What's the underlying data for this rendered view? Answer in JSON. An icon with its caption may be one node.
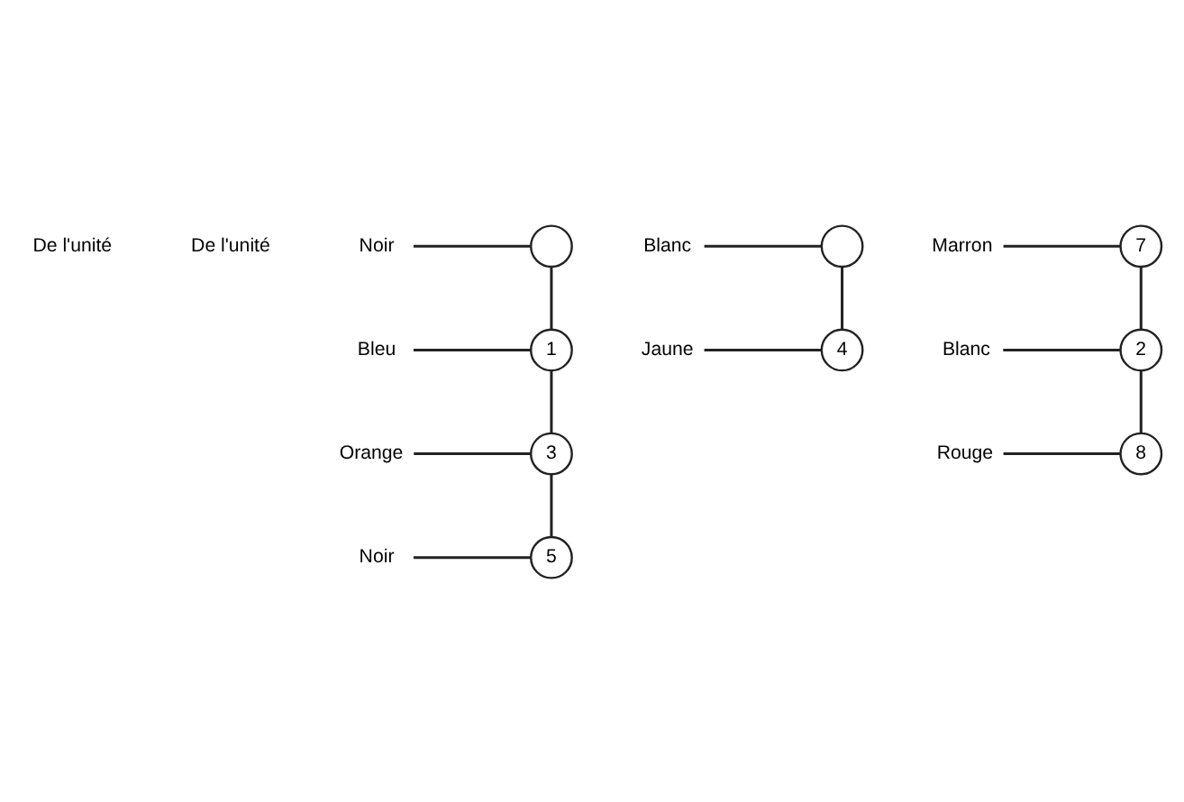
{
  "diagram": {
    "nodes": [
      {
        "text": [
          "Noir"
        ]
      },
      {
        "text": [],
        "shape": "circle"
      },
      {
        "text": [
          "Bleu"
        ]
      },
      {
        "text": [
          "1"
        ]
      },
      {
        "text": [
          "Orange"
        ]
      },
      {
        "text": [
          "3"
        ]
      },
      {
        "text": [
          "Noir"
        ]
      },
      {
        "text": [
          "5"
        ]
      },
      {
        "text": [
          "Blanc"
        ]
      },
      {
        "text": [],
        "shape": "circle"
      },
      {
        "text": [
          "Jaune"
        ]
      },
      {
        "text": [
          "4"
        ]
      },
      {
        "text": [
          "Marron"
        ]
      },
      {
        "text": [
          "7"
        ]
      },
      {
        "text": [
          "Blanc"
        ]
      },
      {
        "text": [
          "2"
        ]
      },
      {
        "text": [
          "Rouge"
        ]
      },
      {
        "text": [
          "8"
        ]
      }
    ],
    "edges": [
      {
        "from": 0,
        "to": 1,
        "arrow": "none"
      },
      {
        "from": 2,
        "to": 3,
        "arrow": "none"
      },
      {
        "from": 4,
        "to": 5,
        "arrow": "none"
      },
      {
        "from": 6,
        "to": 7,
        "arrow": "none"
      },
      {
        "from": 1,
        "to": 3,
        "arrow": "none"
      },
      {
        "from": 3,
        "to": 5,
        "arrow": "none"
      },
      {
        "from": 5,
        "to": 7,
        "arrow": "none"
      },
      {
        "from": 8,
        "to": 9,
        "arrow": "none"
      },
      {
        "from": 10,
        "to": 11,
        "arrow": "none"
      },
      {
        "from": 9,
        "to": 11,
        "arrow": "none"
      },
      {
        "from": 12,
        "to": 13,
        "arrow": "none"
      },
      {
        "from": 14,
        "to": 15,
        "arrow": "none"
      },
      {
        "from": 16,
        "to": 17,
        "arrow": "none"
      },
      {
        "from": 13,
        "to": 15,
        "arrow": "none"
      },
      {
        "from": 15,
        "to": 17,
        "arrow": "none"
      }
    ],
    "labels": [
      "De l'unité",
      "De l'unité"
    ]
  }
}
